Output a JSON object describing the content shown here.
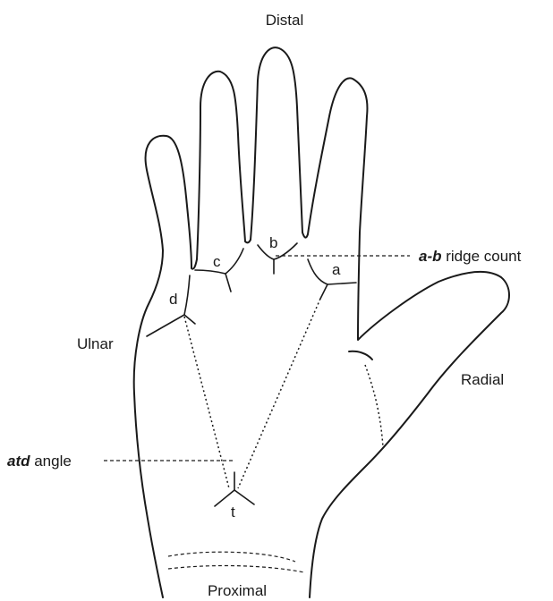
{
  "orientation": {
    "distal": "Distal",
    "proximal": "Proximal",
    "ulnar": "Ulnar",
    "radial": "Radial"
  },
  "triradii": {
    "a": "a",
    "b": "b",
    "c": "c",
    "d": "d",
    "t": "t"
  },
  "annotations": {
    "ab_ridge_count": {
      "italic": "a-b",
      "rest": " ridge count"
    },
    "atd_angle": {
      "italic": "atd",
      "rest": " angle"
    }
  }
}
